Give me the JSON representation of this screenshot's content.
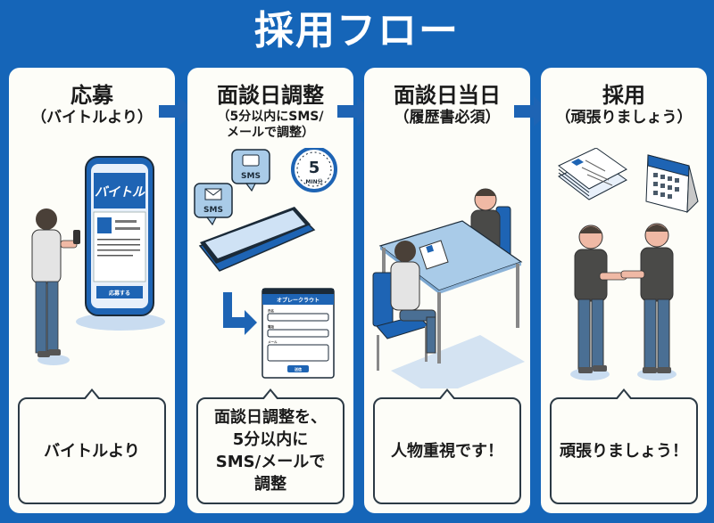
{
  "title": "採用フロー",
  "colors": {
    "background": "#1565b8",
    "panel": "#fdfdf8",
    "accent": "#1e64b4",
    "text": "#1a1a1a",
    "bubble_border": "#2c3a45"
  },
  "steps": [
    {
      "heading": "応募",
      "subheading": "（バイトルより）",
      "illustration": {
        "icons": [
          "person-icon",
          "smartphone-icon"
        ],
        "phone_screen_brand": "バイトル",
        "phone_screen_button": "応募する"
      },
      "bubble": "バイトルより"
    },
    {
      "heading": "面談日調整",
      "subheading": "（5分以内にSMS/\nメールで調整）",
      "illustration": {
        "icons": [
          "sms-chat-icon",
          "sms-mail-icon",
          "timer-icon",
          "smartphone-icon",
          "form-icon"
        ],
        "sms_label_1": "SMS",
        "sms_label_2": "SMS",
        "timer_number": "5",
        "timer_unit": "MIN分",
        "form_title": "オプレークラウト",
        "form_fields": [
          "氏名",
          "電話",
          "メール"
        ],
        "form_button": "送信"
      },
      "bubble": "面談日調整を、\n5分以内に\nSMS/メールで\n調整"
    },
    {
      "heading": "面談日当日",
      "subheading": "（履歴書必須）",
      "illustration": {
        "icons": [
          "interview-table-icon",
          "resume-icon"
        ]
      },
      "bubble": "人物重視です！"
    },
    {
      "heading": "採用",
      "subheading": "（頑張りましょう）",
      "illustration": {
        "icons": [
          "documents-stack-icon",
          "calendar-icon",
          "handshake-icon"
        ]
      },
      "bubble": "頑張りましょう！"
    }
  ]
}
